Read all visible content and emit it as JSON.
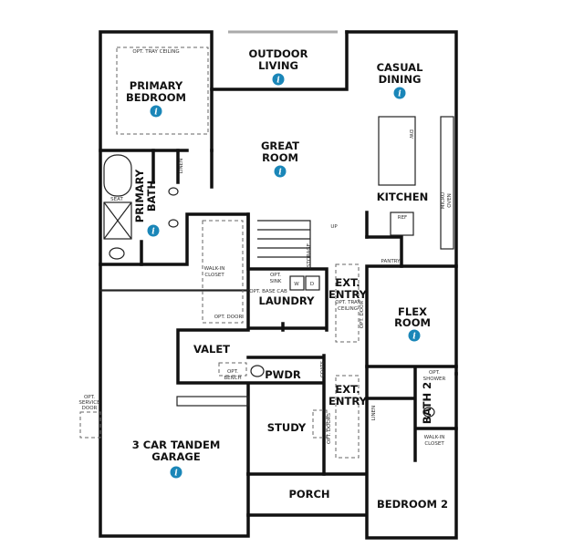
{
  "rooms": {
    "primary_bedroom": [
      "PRIMARY",
      "BEDROOM"
    ],
    "outdoor_living": [
      "OUTDOOR",
      "LIVING"
    ],
    "casual_dining": [
      "CASUAL",
      "DINING"
    ],
    "great_room": [
      "GREAT",
      "ROOM"
    ],
    "primary_bath": [
      "PRIMARY",
      "BATH"
    ],
    "kitchen": "KITCHEN",
    "laundry": "LAUNDRY",
    "ext_entry_1": [
      "EXT.",
      "ENTRY"
    ],
    "ext_entry_2": [
      "EXT.",
      "ENTRY"
    ],
    "flex_room": [
      "FLEX",
      "ROOM"
    ],
    "valet": "VALET",
    "pwdr": "PWDR",
    "study": "STUDY",
    "garage": [
      "3 CAR TANDEM",
      "GARAGE"
    ],
    "porch": "PORCH",
    "bedroom_2": "BEDROOM 2",
    "bath_2": "BATH 2"
  },
  "notes": {
    "opt_tray_ceiling": "OPT. TRAY CEILING",
    "linen": "LINEN",
    "seat": "SEAT",
    "walk_in_closet": [
      "WALK-IN",
      "CLOSET"
    ],
    "opt_door": "OPT. DOOR",
    "up": "UP",
    "storage": "STORAGE",
    "opt_sink": [
      "OPT.",
      "SINK"
    ],
    "opt_base_cab": "OPT. BASE CAB",
    "w": "W",
    "d": "D",
    "opt_tray_ceiling_entry": [
      "OPT. TRAY",
      "CEILING"
    ],
    "opt_door_vertical": "OPT. DOOR",
    "dw": "DW",
    "ref": "REF",
    "pantry": "PANTRY",
    "micro_oven": [
      "MICRO",
      "OVEN"
    ],
    "opt_bench": [
      "OPT.",
      "BENCH"
    ],
    "coats": "COATS",
    "opt_service_door": [
      "OPT.",
      "SERVICE",
      "DOOR"
    ],
    "opt_shower": [
      "OPT.",
      "SHOWER"
    ],
    "opt_doors": "OPT. DOORS",
    "walk_in_closet_2": [
      "WALK-IN",
      "CLOSET"
    ],
    "linen_2": "LINEN"
  },
  "info_icon": {
    "glyph": "i",
    "color": "#1a86b8"
  }
}
